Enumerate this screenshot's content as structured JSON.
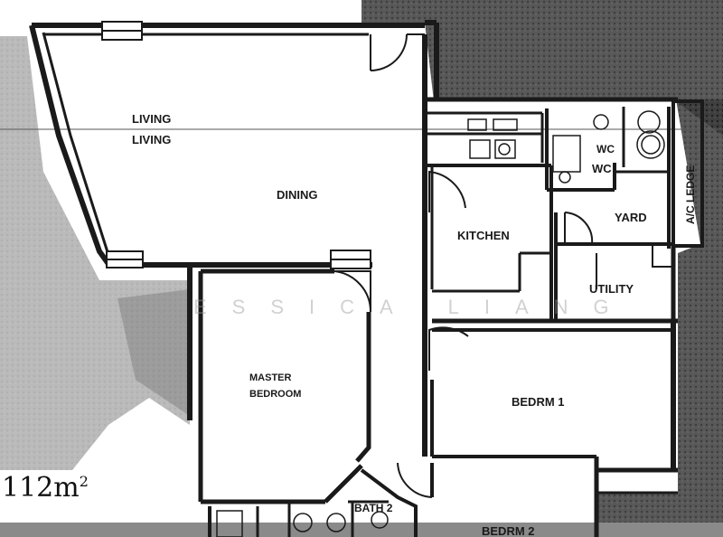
{
  "plan": {
    "rooms": {
      "living_1": "LIVING",
      "living_2": "LIVING",
      "dining": "DINING",
      "kitchen": "KITCHEN",
      "wc_1": "WC",
      "wc_2": "WC",
      "yard": "YARD",
      "ac_ledge": "A/C LEDGE",
      "utility": "UTILITY",
      "master_bedroom_line1": "MASTER",
      "master_bedroom_line2": "BEDROOM",
      "bedrm_1": "BEDRM 1",
      "bath_2": "BATH 2",
      "bedrm_2": "BEDRM 2"
    },
    "area_value": "112m",
    "area_unit_power": "2",
    "watermark": "JESSICA LIANG"
  },
  "colors": {
    "wall": "#1a1a1a",
    "shadow": "#333333",
    "paper": "#ffffff"
  }
}
